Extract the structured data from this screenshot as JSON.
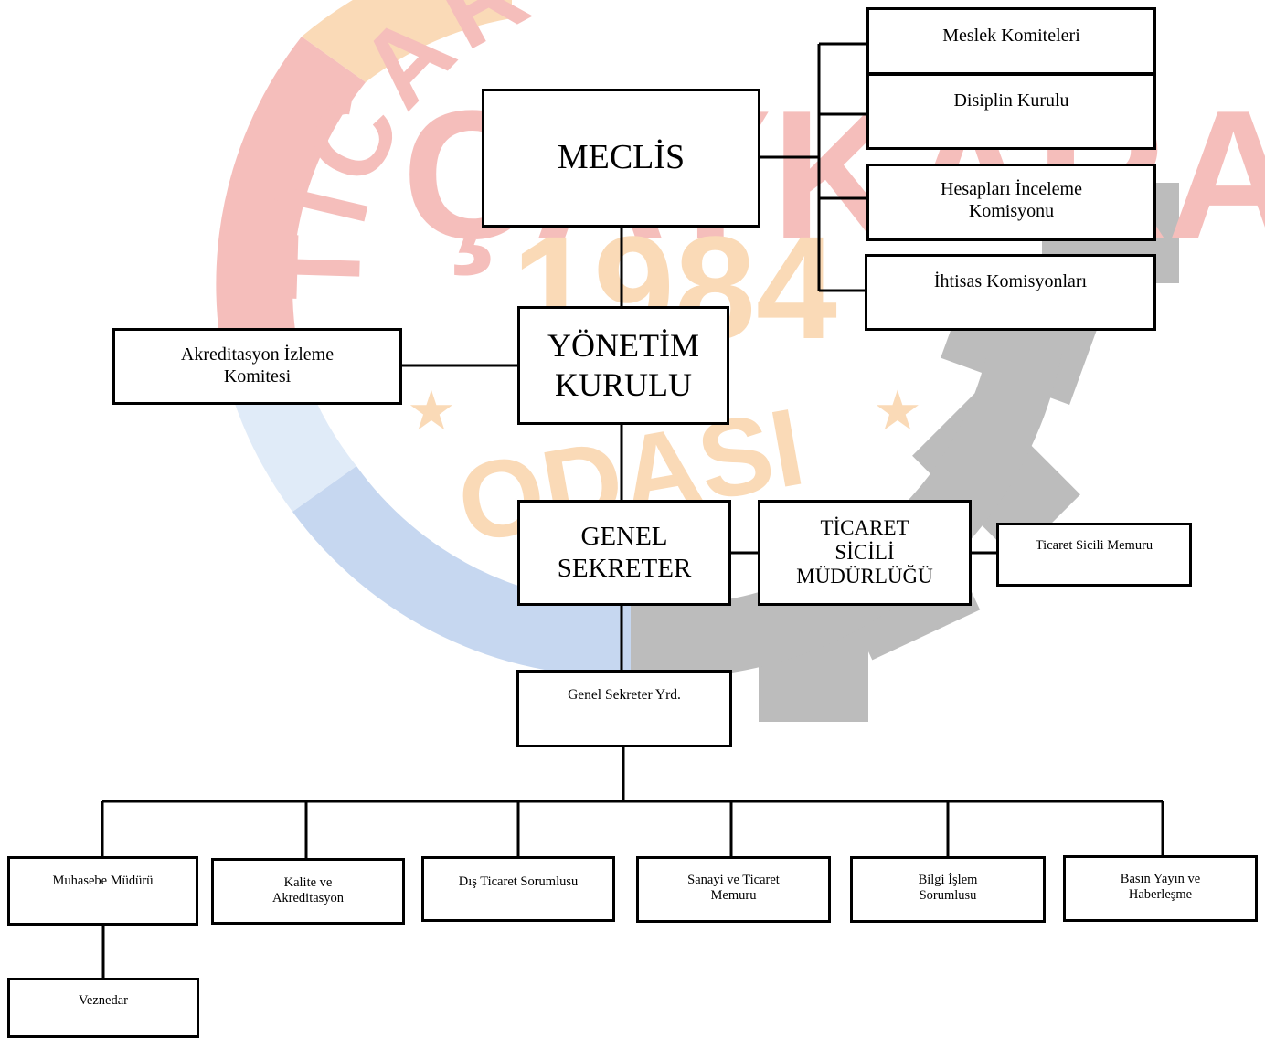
{
  "watermark": {
    "arc_text": "TİCARET",
    "partial_text": "ÇAYKARA",
    "year": "1984",
    "bottom_text": "ODASI",
    "colors": {
      "red": "#e0322a",
      "orange": "#ef8a1e",
      "blue": "#4d83d0",
      "gray": "#2c2c2c"
    }
  },
  "org_chart": {
    "meclis": "MECLİS",
    "yonetim_kurulu": [
      "YÖNETİM",
      "KURULU"
    ],
    "genel_sekreter": [
      "GENEL",
      "SEKRETER"
    ],
    "ticaret_sicili_mudurlugu": [
      "TİCARET",
      "SİCİLİ",
      "MÜDÜRLÜĞÜ"
    ],
    "ticaret_sicili_memuru": "Ticaret Sicili Memuru",
    "genel_sekreter_yrd": "Genel Sekreter Yrd.",
    "akreditasyon_izleme_komitesi": [
      "Akreditasyon İzleme",
      "Komitesi"
    ],
    "committees": {
      "meslek_komiteleri": "Meslek Komiteleri",
      "disiplin_kurulu": "Disiplin Kurulu",
      "hesaplari_inceleme": [
        "Hesapları İnceleme",
        "Komisyonu"
      ],
      "ihtisas_komisyonlari": "İhtisas Komisyonları"
    },
    "staff": {
      "muhasebe_muduru": "Muhasebe Müdürü",
      "kalite_akreditasyon": [
        "Kalite ve",
        "Akreditasyon"
      ],
      "dis_ticaret": "Dış Ticaret Sorumlusu",
      "sanayi_ticaret": [
        "Sanayi ve Ticaret",
        "Memuru"
      ],
      "bilgi_islem": [
        "Bilgi İşlem",
        "Sorumlusu"
      ],
      "basin_yayin": [
        "Basın Yayın ve",
        "Haberleşme"
      ],
      "veznedar": "Veznedar"
    }
  }
}
